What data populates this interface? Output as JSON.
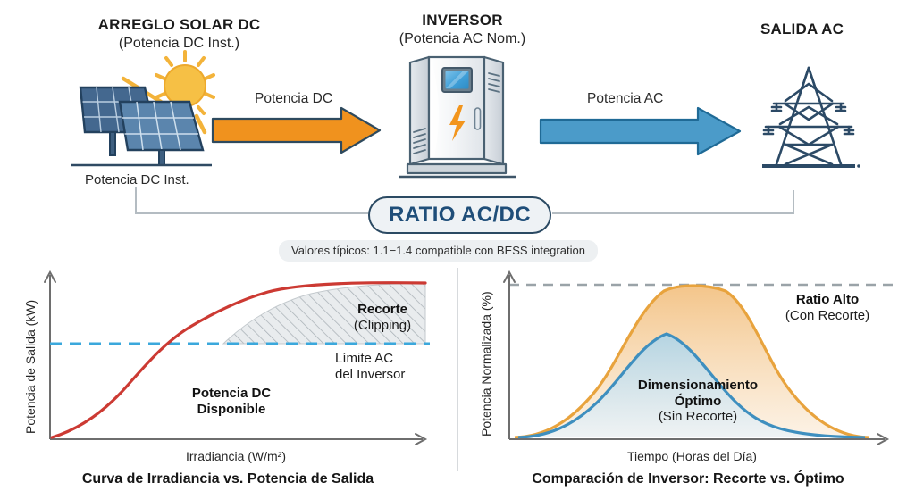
{
  "flow": {
    "nodes": [
      {
        "title": "ARREGLO SOLAR DC",
        "subtitle": "(Potencia DC Inst.)",
        "icon": "solar-panel-icon",
        "under_label": "Potencia DC Inst."
      },
      {
        "title": "INVERSOR",
        "subtitle": "(Potencia AC Nom.)",
        "icon": "inverter-cabinet-icon",
        "under_label": ""
      },
      {
        "title": "SALIDA AC",
        "subtitle": "",
        "icon": "transmission-tower-icon",
        "under_label": ""
      }
    ],
    "arrows": [
      {
        "label": "Potencia DC",
        "color": "#F0921E",
        "stroke": "#2e4a5e"
      },
      {
        "label": "Potencia AC",
        "color": "#4B9BC9",
        "stroke": "#1f6a96"
      }
    ],
    "badge": {
      "label": "RATIO AC/DC",
      "border_color": "#2b4a63",
      "text_color": "#1f4e79"
    },
    "caption": "Valores típicos: 1.1−1.4 compatible con BESS integration"
  },
  "charts": [
    {
      "caption": "Curva de Irradiancia vs. Potencia de Salida",
      "ylabel": "Potencia de Salida (kW)",
      "xlabel": "Irradiancia (W/m²)",
      "annotations": {
        "clip_title": "Recorte",
        "clip_sub": "(Clipping)",
        "limit_line1": "Límite AC",
        "limit_line2": "del Inversor",
        "dc_line1": "Potencia DC",
        "dc_line2": "Disponible"
      },
      "colors": {
        "curve": "#CC3A33",
        "limit": "#3BA8DC",
        "hatch": "#9aa3a8",
        "hatch_fill": "#e9ecee"
      }
    },
    {
      "caption": "Comparación de Inversor: Recorte vs. Óptimo",
      "ylabel": "Potencia Normalizada (%)",
      "xlabel": "Tiempo (Horas del Día)",
      "annotations": {
        "high_title": "Ratio Alto",
        "high_sub": "(Con Recorte)",
        "opt_line1": "Dimensionamiento",
        "opt_line2": "Óptimo",
        "opt_line3": "(Sin Recorte)"
      },
      "colors": {
        "high": "#E8A33D",
        "optimal": "#3E8FBF",
        "limit": "#9aa3a8"
      }
    }
  ],
  "chart_data": [
    {
      "type": "line",
      "title": "Curva de Irradiancia vs. Potencia de Salida",
      "xlabel": "Irradiancia (W/m²)",
      "ylabel": "Potencia de Salida (kW)",
      "xlim": [
        0,
        100
      ],
      "ylim": [
        0,
        100
      ],
      "grid": false,
      "legend": "none",
      "series": [
        {
          "name": "Potencia DC Disponible",
          "color": "#CC3A33",
          "x": [
            0,
            5,
            10,
            15,
            20,
            25,
            30,
            35,
            40,
            45,
            50,
            55,
            60,
            65,
            70,
            75,
            80,
            85,
            90,
            95,
            100
          ],
          "y": [
            0,
            3,
            7,
            12,
            18,
            25,
            33,
            41,
            50,
            58,
            66,
            73,
            79,
            84,
            88,
            91,
            93,
            94.5,
            95.3,
            95.8,
            96
          ]
        }
      ],
      "reference_lines": [
        {
          "name": "Límite AC del Inversor",
          "axis": "y",
          "value": 50,
          "style": "dashed",
          "color": "#3BA8DC"
        }
      ],
      "shaded_regions": [
        {
          "name": "Recorte (Clipping)",
          "between": [
            "Potencia DC Disponible",
            "Límite AC del Inversor"
          ],
          "x_from": 50,
          "x_to": 100,
          "fill": "hatched"
        }
      ]
    },
    {
      "type": "area",
      "title": "Comparación de Inversor: Recorte vs. Óptimo",
      "xlabel": "Tiempo (Horas del Día)",
      "ylabel": "Potencia Normalizada (%)",
      "xlim": [
        0,
        100
      ],
      "ylim": [
        0,
        100
      ],
      "grid": false,
      "legend": "annotations",
      "series": [
        {
          "name": "Ratio Alto (Con Recorte)",
          "color": "#E8A33D",
          "x": [
            0,
            5,
            10,
            15,
            20,
            25,
            30,
            35,
            40,
            45,
            50,
            55,
            60,
            65,
            70,
            75,
            80,
            85,
            90,
            95,
            100
          ],
          "y": [
            1,
            2,
            4,
            9,
            18,
            32,
            50,
            68,
            83,
            92,
            92,
            92,
            92,
            83,
            68,
            50,
            32,
            18,
            9,
            4,
            1
          ]
        },
        {
          "name": "Dimensionamiento Óptimo (Sin Recorte)",
          "color": "#3E8FBF",
          "x": [
            0,
            5,
            10,
            15,
            20,
            25,
            30,
            35,
            40,
            45,
            50,
            55,
            60,
            65,
            70,
            75,
            80,
            85,
            90,
            95,
            100
          ],
          "y": [
            0.5,
            1.5,
            3,
            6,
            12,
            21,
            33,
            45,
            55,
            62,
            64,
            62,
            55,
            45,
            33,
            21,
            12,
            6,
            3,
            1.5,
            0.5
          ]
        }
      ],
      "reference_lines": [
        {
          "name": "Límite",
          "axis": "y",
          "value": 92,
          "style": "dashed",
          "color": "#9aa3a8"
        }
      ]
    }
  ]
}
